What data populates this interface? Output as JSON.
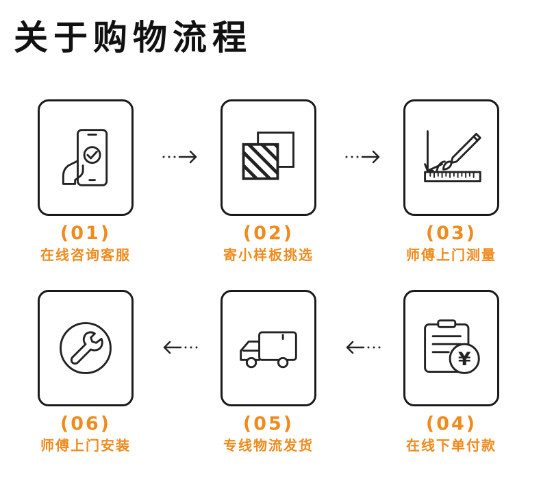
{
  "title": "关于购物流程",
  "colors": {
    "accent": "#f08a1c",
    "text": "#111111",
    "border": "#1a1a1a"
  },
  "steps": [
    {
      "num": "(01)",
      "label": "在线咨询客服",
      "icon": "phone-touch-check-icon"
    },
    {
      "num": "(02)",
      "label": "寄小样板挑选",
      "icon": "sample-swatches-icon"
    },
    {
      "num": "(03)",
      "label": "师傅上门测量",
      "icon": "ruler-pencil-icon"
    },
    {
      "num": "(04)",
      "label": "在线下单付款",
      "icon": "invoice-yen-icon"
    },
    {
      "num": "(05)",
      "label": "专线物流发货",
      "icon": "delivery-truck-icon"
    },
    {
      "num": "(06)",
      "label": "师傅上门安装",
      "icon": "wrench-icon"
    }
  ],
  "yen_symbol": "¥"
}
